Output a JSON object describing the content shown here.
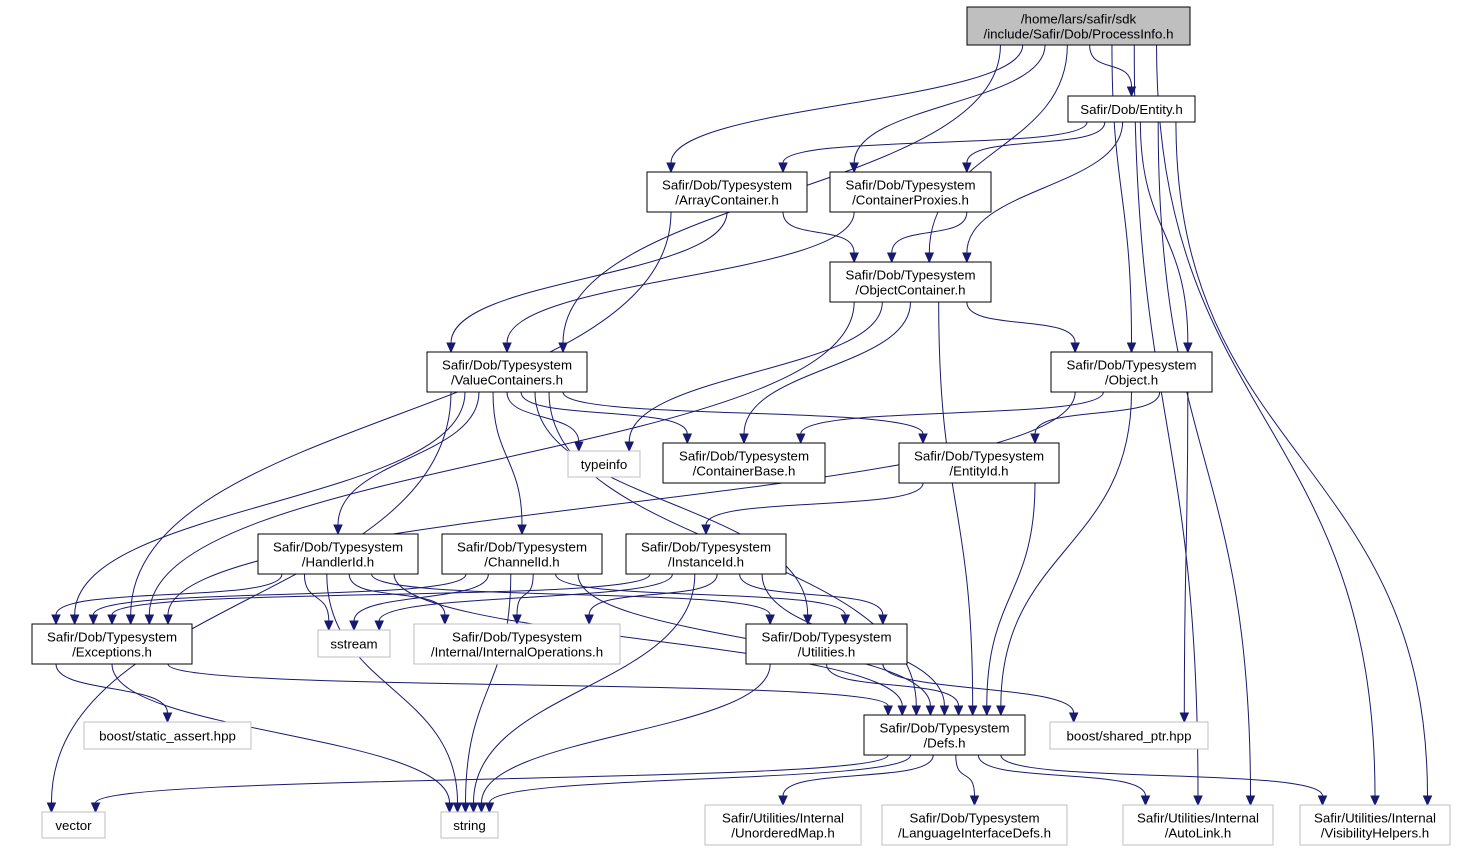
{
  "nodes": [
    {
      "id": "processinfo",
      "lines": [
        "/home/lars/safir/sdk",
        "/include/Safir/Dob/ProcessInfo.h"
      ],
      "kind": "root"
    },
    {
      "id": "entity",
      "lines": [
        "Safir/Dob/Entity.h"
      ],
      "kind": "file"
    },
    {
      "id": "arraycontainer",
      "lines": [
        "Safir/Dob/Typesystem",
        "/ArrayContainer.h"
      ],
      "kind": "file"
    },
    {
      "id": "containerproxies",
      "lines": [
        "Safir/Dob/Typesystem",
        "/ContainerProxies.h"
      ],
      "kind": "file"
    },
    {
      "id": "objectcontainer",
      "lines": [
        "Safir/Dob/Typesystem",
        "/ObjectContainer.h"
      ],
      "kind": "file"
    },
    {
      "id": "valuecontainers",
      "lines": [
        "Safir/Dob/Typesystem",
        "/ValueContainers.h"
      ],
      "kind": "file"
    },
    {
      "id": "object",
      "lines": [
        "Safir/Dob/Typesystem",
        "/Object.h"
      ],
      "kind": "file"
    },
    {
      "id": "typeinfo",
      "lines": [
        "typeinfo"
      ],
      "kind": "external"
    },
    {
      "id": "containerbase",
      "lines": [
        "Safir/Dob/Typesystem",
        "/ContainerBase.h"
      ],
      "kind": "file"
    },
    {
      "id": "entityid",
      "lines": [
        "Safir/Dob/Typesystem",
        "/EntityId.h"
      ],
      "kind": "file"
    },
    {
      "id": "handlerid",
      "lines": [
        "Safir/Dob/Typesystem",
        "/HandlerId.h"
      ],
      "kind": "file"
    },
    {
      "id": "channelid",
      "lines": [
        "Safir/Dob/Typesystem",
        "/ChannelId.h"
      ],
      "kind": "file"
    },
    {
      "id": "instanceid",
      "lines": [
        "Safir/Dob/Typesystem",
        "/InstanceId.h"
      ],
      "kind": "file"
    },
    {
      "id": "exceptions",
      "lines": [
        "Safir/Dob/Typesystem",
        "/Exceptions.h"
      ],
      "kind": "file"
    },
    {
      "id": "sstream",
      "lines": [
        "sstream"
      ],
      "kind": "external"
    },
    {
      "id": "internalops",
      "lines": [
        "Safir/Dob/Typesystem",
        "/Internal/InternalOperations.h"
      ],
      "kind": "external"
    },
    {
      "id": "utilities",
      "lines": [
        "Safir/Dob/Typesystem",
        "/Utilities.h"
      ],
      "kind": "file"
    },
    {
      "id": "staticassert",
      "lines": [
        "boost/static_assert.hpp"
      ],
      "kind": "external"
    },
    {
      "id": "defs",
      "lines": [
        "Safir/Dob/Typesystem",
        "/Defs.h"
      ],
      "kind": "file"
    },
    {
      "id": "sharedptr",
      "lines": [
        "boost/shared_ptr.hpp"
      ],
      "kind": "external"
    },
    {
      "id": "vector",
      "lines": [
        "vector"
      ],
      "kind": "external"
    },
    {
      "id": "string",
      "lines": [
        "string"
      ],
      "kind": "external"
    },
    {
      "id": "unorderedmap",
      "lines": [
        "Safir/Utilities/Internal",
        "/UnorderedMap.h"
      ],
      "kind": "external"
    },
    {
      "id": "languageinterfacedefs",
      "lines": [
        "Safir/Dob/Typesystem",
        "/LanguageInterfaceDefs.h"
      ],
      "kind": "external"
    },
    {
      "id": "autolink",
      "lines": [
        "Safir/Utilities/Internal",
        "/AutoLink.h"
      ],
      "kind": "external"
    },
    {
      "id": "visibilityhelpers",
      "lines": [
        "Safir/Utilities/Internal",
        "/VisibilityHelpers.h"
      ],
      "kind": "external"
    }
  ],
  "edges": [
    [
      "processinfo",
      "entity"
    ],
    [
      "processinfo",
      "arraycontainer"
    ],
    [
      "processinfo",
      "containerproxies"
    ],
    [
      "processinfo",
      "objectcontainer"
    ],
    [
      "processinfo",
      "valuecontainers"
    ],
    [
      "processinfo",
      "object"
    ],
    [
      "processinfo",
      "autolink"
    ],
    [
      "processinfo",
      "visibilityhelpers"
    ],
    [
      "entity",
      "arraycontainer"
    ],
    [
      "entity",
      "containerproxies"
    ],
    [
      "entity",
      "objectcontainer"
    ],
    [
      "entity",
      "object"
    ],
    [
      "entity",
      "autolink"
    ],
    [
      "entity",
      "visibilityhelpers"
    ],
    [
      "arraycontainer",
      "objectcontainer"
    ],
    [
      "arraycontainer",
      "valuecontainers"
    ],
    [
      "arraycontainer",
      "exceptions"
    ],
    [
      "containerproxies",
      "objectcontainer"
    ],
    [
      "containerproxies",
      "valuecontainers"
    ],
    [
      "objectcontainer",
      "object"
    ],
    [
      "objectcontainer",
      "typeinfo"
    ],
    [
      "objectcontainer",
      "containerbase"
    ],
    [
      "objectcontainer",
      "exceptions"
    ],
    [
      "objectcontainer",
      "defs"
    ],
    [
      "valuecontainers",
      "typeinfo"
    ],
    [
      "valuecontainers",
      "containerbase"
    ],
    [
      "valuecontainers",
      "entityid"
    ],
    [
      "valuecontainers",
      "handlerid"
    ],
    [
      "valuecontainers",
      "channelid"
    ],
    [
      "valuecontainers",
      "exceptions"
    ],
    [
      "valuecontainers",
      "utilities"
    ],
    [
      "valuecontainers",
      "defs"
    ],
    [
      "valuecontainers",
      "vector"
    ],
    [
      "object",
      "containerbase"
    ],
    [
      "object",
      "entityid"
    ],
    [
      "object",
      "exceptions"
    ],
    [
      "object",
      "defs"
    ],
    [
      "object",
      "sharedptr"
    ],
    [
      "entityid",
      "instanceid"
    ],
    [
      "entityid",
      "defs"
    ],
    [
      "handlerid",
      "exceptions"
    ],
    [
      "handlerid",
      "sstream"
    ],
    [
      "handlerid",
      "internalops"
    ],
    [
      "handlerid",
      "utilities"
    ],
    [
      "handlerid",
      "defs"
    ],
    [
      "handlerid",
      "string"
    ],
    [
      "channelid",
      "exceptions"
    ],
    [
      "channelid",
      "sstream"
    ],
    [
      "channelid",
      "internalops"
    ],
    [
      "channelid",
      "utilities"
    ],
    [
      "channelid",
      "defs"
    ],
    [
      "channelid",
      "string"
    ],
    [
      "instanceid",
      "exceptions"
    ],
    [
      "instanceid",
      "sstream"
    ],
    [
      "instanceid",
      "internalops"
    ],
    [
      "instanceid",
      "utilities"
    ],
    [
      "instanceid",
      "defs"
    ],
    [
      "instanceid",
      "string"
    ],
    [
      "exceptions",
      "staticassert"
    ],
    [
      "exceptions",
      "defs"
    ],
    [
      "exceptions",
      "string"
    ],
    [
      "utilities",
      "defs"
    ],
    [
      "utilities",
      "sharedptr"
    ],
    [
      "utilities",
      "string"
    ],
    [
      "defs",
      "vector"
    ],
    [
      "defs",
      "string"
    ],
    [
      "defs",
      "unorderedmap"
    ],
    [
      "defs",
      "languageinterfacedefs"
    ],
    [
      "defs",
      "autolink"
    ],
    [
      "defs",
      "visibilityhelpers"
    ]
  ],
  "colors": {
    "edge": "#191970",
    "root_fill": "#bfbfbf",
    "external_border": "#bfbfbf",
    "border": "#000000"
  }
}
